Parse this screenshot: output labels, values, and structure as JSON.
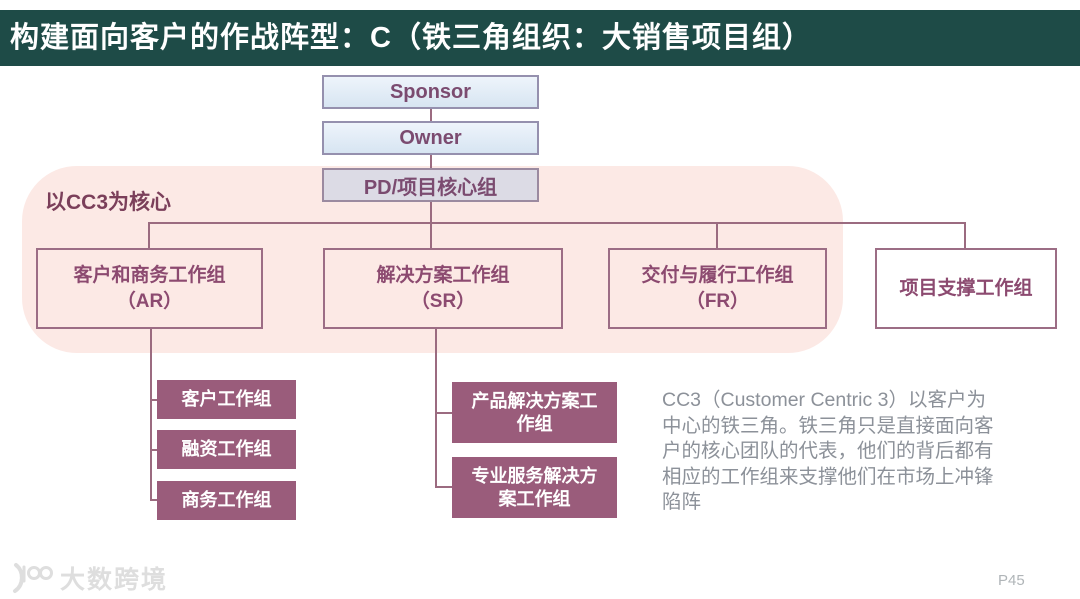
{
  "title": "构建面向客户的作战阵型：C（铁三角组织：大销售项目组）",
  "colors": {
    "title_bar": "#1e4b47",
    "pink_zone": "#fce9e5",
    "connector": "#9b6b80",
    "dark_box": "#9a5c7b",
    "box_text": "#8c4a70",
    "chain_box_fill_top": "#eef4fb",
    "chain_box_fill_bottom": "#d7e5f2",
    "pd_box_fill": "#dcdbe5",
    "note_text": "#8c9199"
  },
  "org": {
    "core_label": "以CC3为核心",
    "chain": [
      {
        "label": "Sponsor"
      },
      {
        "label": "Owner"
      },
      {
        "label": "PD/项目核心组"
      }
    ],
    "row": [
      {
        "line1": "客户和商务工作组",
        "line2": "（AR）"
      },
      {
        "line1": "解决方案工作组",
        "line2": "（SR）"
      },
      {
        "line1": "交付与履行工作组",
        "line2": "（FR）"
      },
      {
        "line1": "项目支撑工作组",
        "line2": ""
      }
    ],
    "ar_children": [
      {
        "label": "客户工作组"
      },
      {
        "label": "融资工作组"
      },
      {
        "label": "商务工作组"
      }
    ],
    "sr_children": [
      {
        "line1": "产品解决方案工",
        "line2": "作组"
      },
      {
        "line1": "专业服务解决方",
        "line2": "案工作组"
      }
    ]
  },
  "note": {
    "lines": [
      "CC3（Customer Centric 3）以客户为",
      "中心的铁三角。铁三角只是直接面向客",
      "户的核心团队的代表，他们的背后都有",
      "相应的工作组来支撑他们在市场上冲锋",
      "陷阵"
    ]
  },
  "footer": {
    "logo_text": "大数跨境",
    "page": "P45"
  }
}
